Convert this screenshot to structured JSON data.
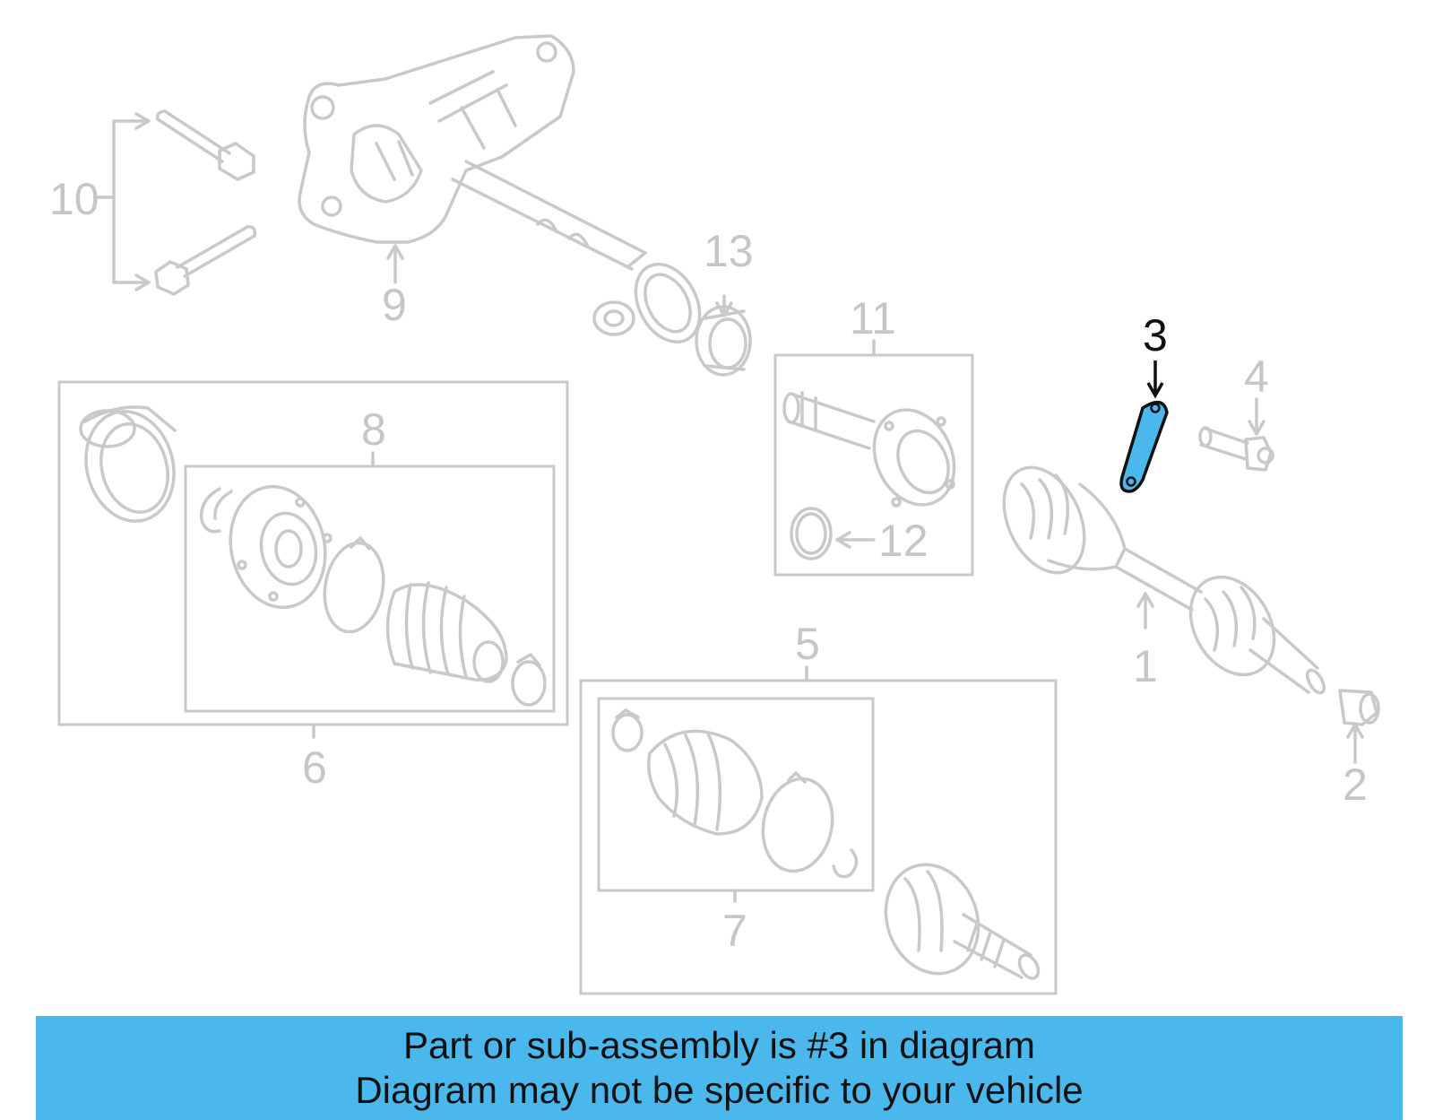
{
  "callouts": {
    "c1": "1",
    "c2": "2",
    "c3": "3",
    "c4": "4",
    "c5": "5",
    "c6": "6",
    "c7": "7",
    "c8": "8",
    "c9": "9",
    "c10": "10",
    "c11": "11",
    "c12": "12",
    "c13": "13"
  },
  "highlight": {
    "part_number": "3",
    "color": "#4bb8ed"
  },
  "banner": {
    "line1": "Part or sub-assembly is #3 in diagram",
    "line2": "Diagram may not be specific to your vehicle",
    "color": "#4bb8ed"
  }
}
